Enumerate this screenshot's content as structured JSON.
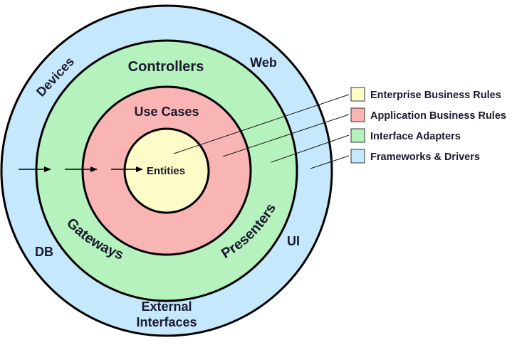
{
  "rings": {
    "frameworks": {
      "fill": "#c6e8fc"
    },
    "adapters": {
      "fill": "#b5f2bd"
    },
    "usecases": {
      "fill": "#f9b4b4"
    },
    "entities": {
      "fill": "#fdfbc7"
    }
  },
  "labels": {
    "devices": "Devices",
    "web": "Web",
    "db": "DB",
    "ui": "UI",
    "external_line1": "External",
    "external_line2": "Interfaces",
    "controllers": "Controllers",
    "gateways": "Gateways",
    "presenters": "Presenters",
    "use_cases": "Use Cases",
    "entities": "Entities"
  },
  "legend": [
    {
      "label": "Enterprise Business Rules",
      "color": "#fdfbc7"
    },
    {
      "label": "Application Business Rules",
      "color": "#f9b4b4"
    },
    {
      "label": "Interface Adapters",
      "color": "#b5f2bd"
    },
    {
      "label": "Frameworks & Drivers",
      "color": "#c6e8fc"
    }
  ],
  "flow_arrows": {
    "count": 3,
    "direction": "inward"
  }
}
